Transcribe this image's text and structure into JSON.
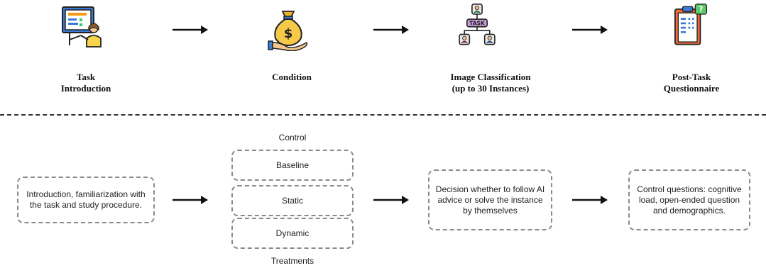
{
  "stages": [
    {
      "label_line1": "Task",
      "label_line2": "Introduction",
      "icon": "presentation-icon"
    },
    {
      "label_line1": "Condition",
      "label_line2": "",
      "icon": "money-bag-hand-icon"
    },
    {
      "label_line1": "Image Classification",
      "label_line2": "(up to 30 Instances)",
      "icon": "task-hierarchy-icon"
    },
    {
      "label_line1": "Post-Task",
      "label_line2": "Questionnaire",
      "icon": "clipboard-question-icon"
    }
  ],
  "icon_text": {
    "task": "TASK",
    "question": "?",
    "dollar": "$"
  },
  "details": {
    "intro_box": "Introduction, familiarization with the task and study procedure.",
    "control_label": "Control",
    "baseline": "Baseline",
    "static": "Static",
    "dynamic": "Dynamic",
    "treatments_label": "Treatments",
    "decision_box": "Decision whether to follow AI advice or solve the instance by themselves",
    "questions_box": "Control questions: cognitive load, open-ended question  and demographics."
  }
}
